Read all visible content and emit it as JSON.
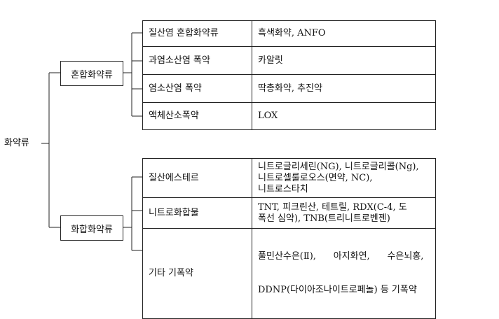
{
  "root": {
    "label": "화약류"
  },
  "groups": [
    {
      "label": "혼합화약류",
      "rows": [
        {
          "name": "질산염 혼합화약류",
          "examples": [
            "흑색화약, ANFO"
          ]
        },
        {
          "name": "과염소산염 폭약",
          "examples": [
            "카알릿"
          ]
        },
        {
          "name": "염소산염 폭약",
          "examples": [
            "딱총화약, 추진약"
          ]
        },
        {
          "name": "액체산소폭약",
          "examples": [
            "LOX"
          ]
        }
      ]
    },
    {
      "label": "화합화약류",
      "rows": [
        {
          "name": "질산에스테르",
          "examples": [
            "니트로글리세린(NG), 니트로글리콜(Ng),",
            "니트로셀룰로오스(면약, NC),",
            "니트로스타치"
          ]
        },
        {
          "name": "니트로화합물",
          "examples": [
            "TNT, 피크린산, 테트릴, RDX(C-4, 도",
            "폭선 심약), TNB(트리니트로벤젠)"
          ]
        },
        {
          "name": "기타 기폭약",
          "examples": [
            "풀민산수은(Ⅱ),      아지화연,      수은뇌홍,",
            "DDNP(다이아조나이트로페놀) 등 기폭약"
          ]
        }
      ]
    }
  ]
}
